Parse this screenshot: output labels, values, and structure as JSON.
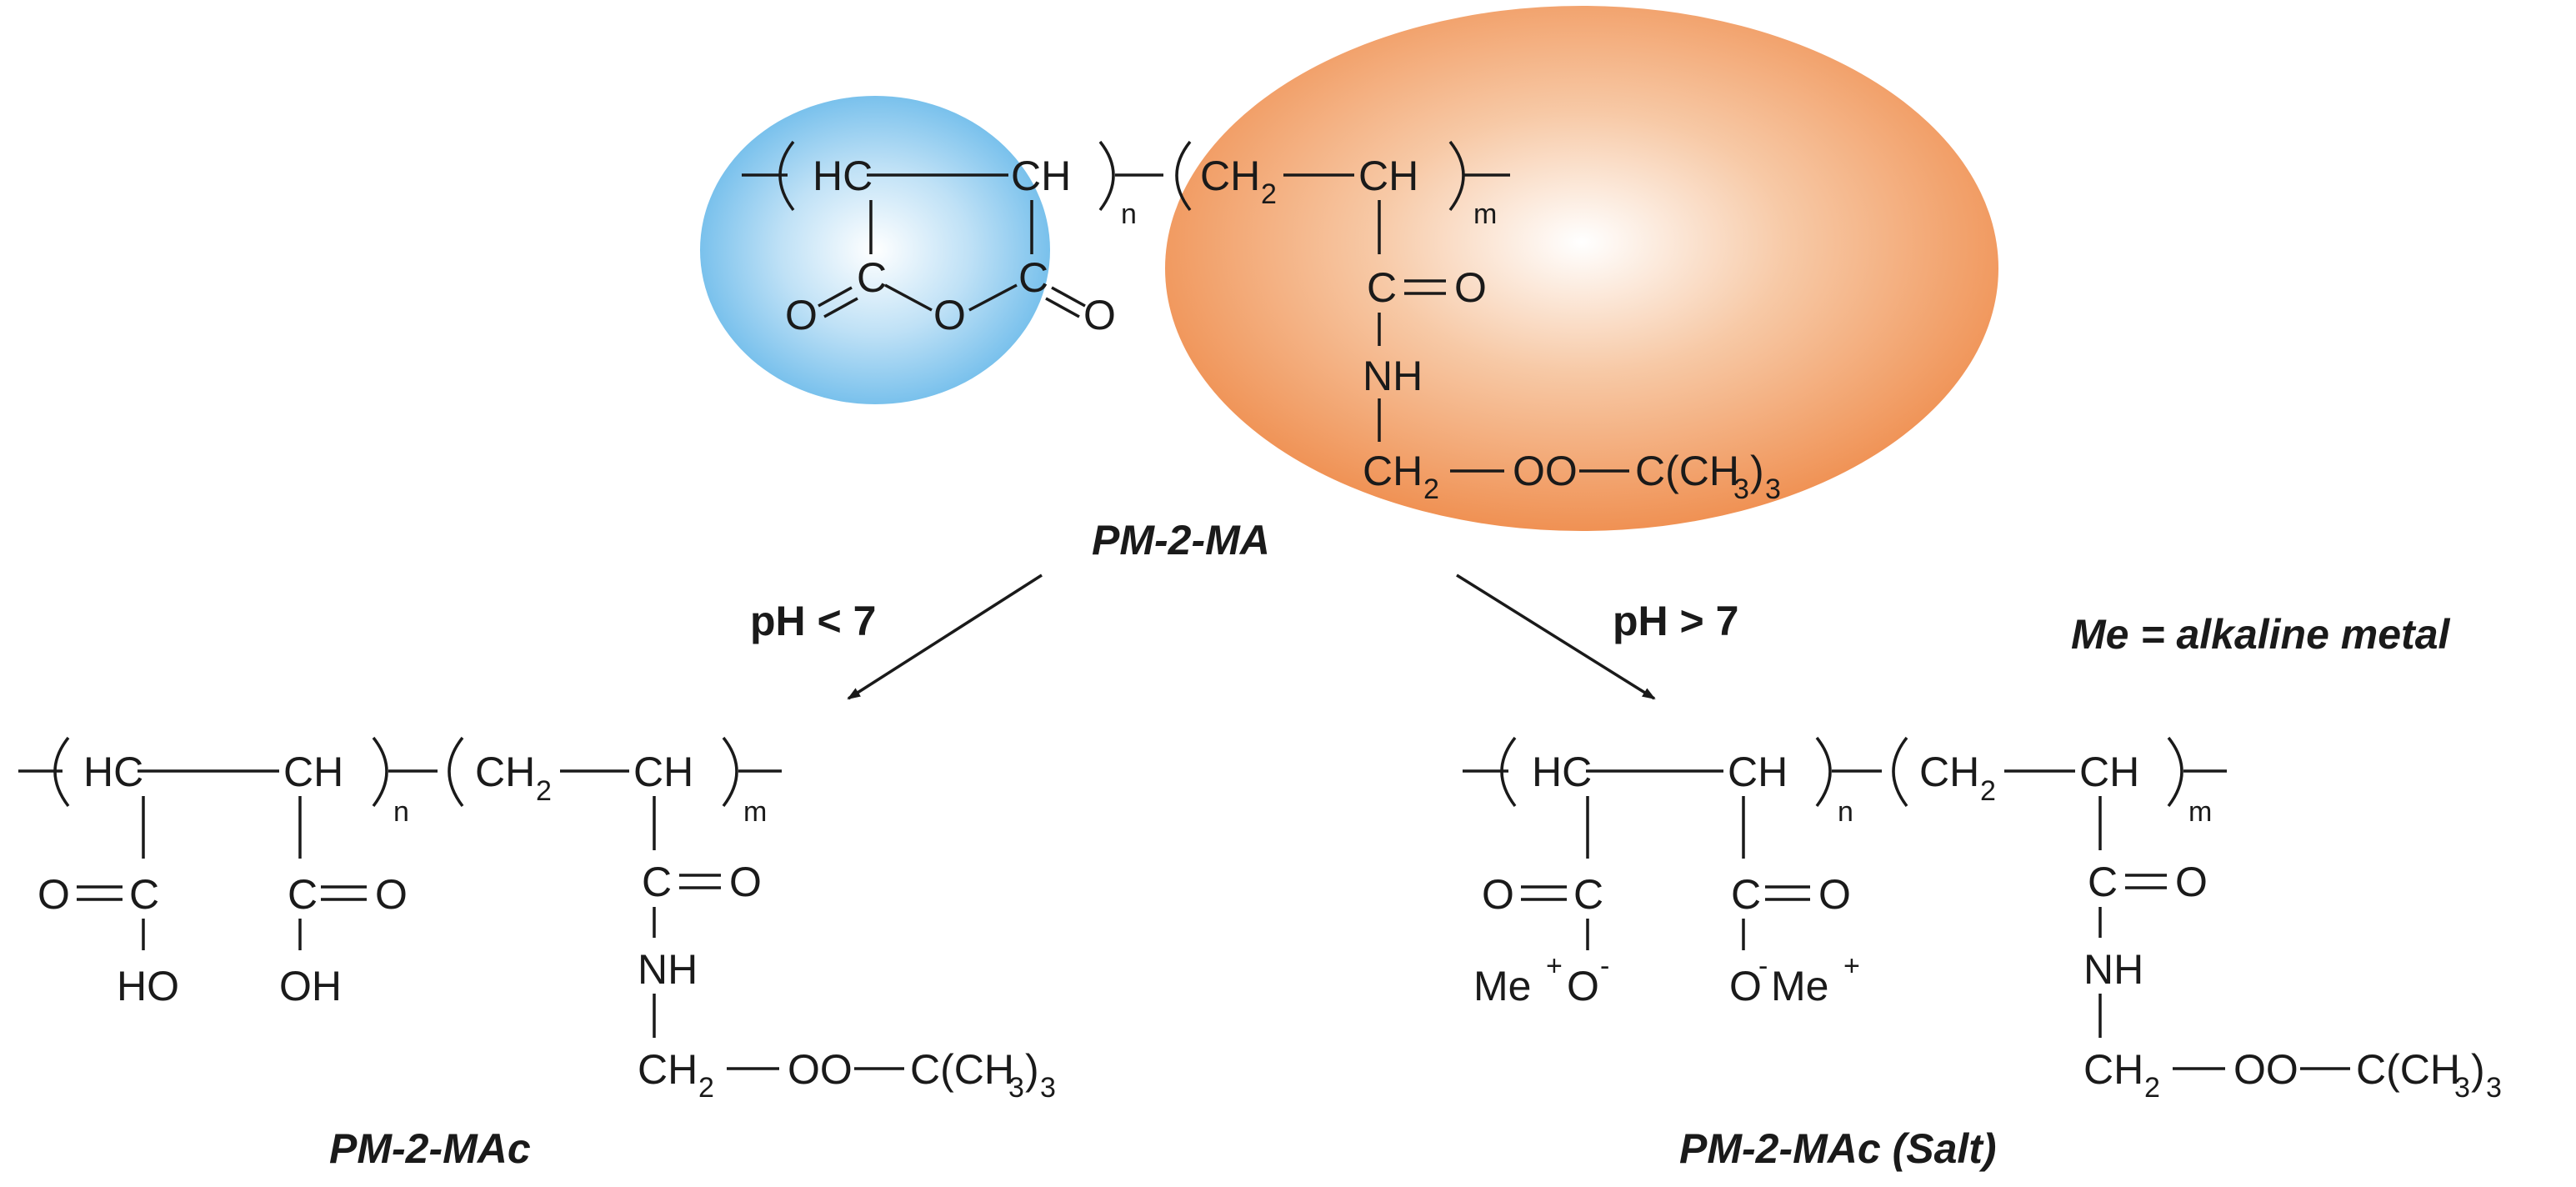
{
  "labels": {
    "top": "PM-2-MA",
    "left": "PM-2-MAc",
    "right": "PM-2-MAc (Salt)"
  },
  "conditions": {
    "acid": "pH < 7",
    "base": "pH > 7",
    "note": "Me = alkaline metal"
  },
  "groups": {
    "hc": "HC",
    "ch": "CH",
    "ch2": "CH",
    "two": "2",
    "n": "n",
    "m": "m",
    "c": "C",
    "o": "O",
    "nh": "NH",
    "oo": "OO",
    "tbu_c": "C(CH",
    "three": "3",
    "close": ")",
    "ho": "HO",
    "oh": "OH",
    "me": "Me",
    "plus": "+",
    "minus": "-"
  },
  "colors": {
    "anhydride_blob": "#5bb3e8",
    "peroxide_blob": "#ef8a45",
    "ink": "#1a1a1a"
  }
}
